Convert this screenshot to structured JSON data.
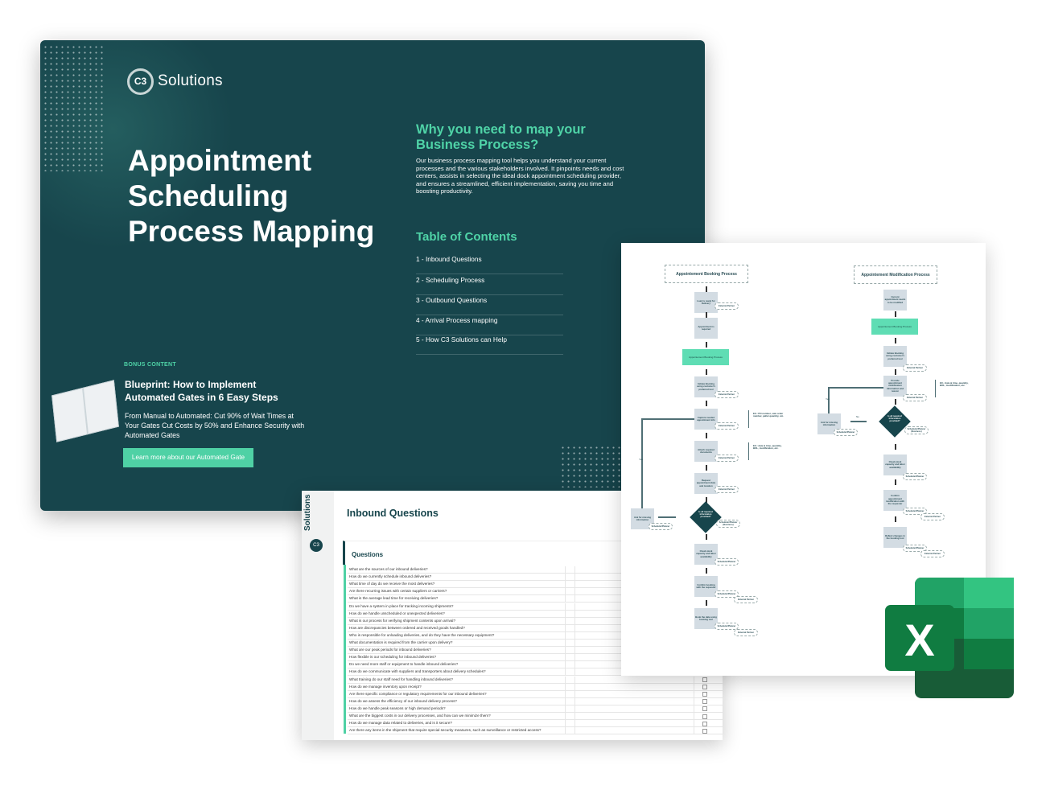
{
  "colors": {
    "cover_bg": "#17454c",
    "accent": "#4fd1a5",
    "excel_green": "#107c41"
  },
  "cover": {
    "logo_mark": "C3",
    "logo_text": "Solutions",
    "title_lines": [
      "Appointment",
      "Scheduling",
      "Process Mapping"
    ],
    "why": {
      "title": "Why you need to map your Business Process?",
      "text": "Our business process mapping tool helps you understand your current processes and the various stakeholders involved. It pinpoints needs and cost centers, assists in selecting the ideal dock appointment scheduling provider, and ensures a streamlined, efficient implementation, saving you time and boosting productivity."
    },
    "toc": {
      "title": "Table of Contents",
      "items": [
        "1 - Inbound Questions",
        "2 - Scheduling Process",
        "3 - Outbound Questions",
        "4 - Arrival Process mapping",
        "5 - How C3 Solutions can Help"
      ]
    },
    "bonus": {
      "label": "BONUS CONTENT",
      "title": "Blueprint: How to Implement Automated Gates in 6 Easy Steps",
      "text": "From Manual to Automated: Cut 90% of Wait Times at Your Gates Cut Costs by 50%  and Enhance Security with Automated Gates",
      "button": "Learn more about our Automated Gate"
    }
  },
  "questions_doc": {
    "side_logo_text": "Solutions",
    "side_logo_mark": "C3",
    "title": "Inbound Questions",
    "column_header": "Questions",
    "rows": [
      "What are the sources of our inbound deliveries?",
      "How do we currently schedule inbound deliveries?",
      "What time of day do we receive the most deliveries?",
      "Are there recurring issues with certain suppliers or carriers?",
      "What is the average lead time for receiving deliveries?",
      "Do we have a system in place for tracking incoming shipments?",
      "How do we handle unscheduled or unexpected deliveries?",
      "What is our process for verifying shipment contents upon arrival?",
      "How are discrepancies between ordered and received goods handled?",
      "Who is responsible for unloading deliveries, and do they have the necessary equipment?",
      "What documentation is required from the carrier upon delivery?",
      "What are our peak periods for inbound deliveries?",
      "How flexible is our scheduling for inbound deliveries?",
      "Do we need more staff or equipment to handle inbound deliveries?",
      "How do we communicate with suppliers and transporters about delivery schedules?",
      "What training do our staff need for handling inbound deliveries?",
      "How do we manage inventory upon receipt?",
      "Are there specific compliance or regulatory requirements for our inbound deliveries?",
      "How do we assess the efficiency of our inbound delivery process?",
      "How do we handle peak seasons or high demand periods?",
      "What are the biggest costs in our delivery processes, and how can we minimize them?",
      "How do we manage data related to deliveries, and is it secure?",
      "Are there any items in the shipment that require special security measures, such as surveillance or restricted access?"
    ]
  },
  "flowchart": {
    "booking": {
      "title": "Appointement Booking Process",
      "steps": [
        "Load is ready for Delivery",
        "Appointment is required",
        "Appointement Booking Process",
        "Initiate Booking using customer's preferred tool",
        "Capture needed appointment info",
        "Attach required documents",
        "Request appointment date and location",
        "Is all required information provided?",
        "Check dock capacity and labor availability",
        "Confirm booking with the requester",
        "Book the date using booking tool"
      ],
      "side_step": "Ask for missing information",
      "notes": [
        "EX.: PO number, sale order number, pallet quantity, etc.",
        "EX.: date & time, quantity, BOL, modification, etc."
      ],
      "yes": "Yes"
    },
    "modification": {
      "title": "Appointement Modification Process",
      "steps": [
        "Current appointment needs to be modified",
        "Appointement Booking Process",
        "Initiate Booking using customer's preferred tool",
        "Provide appointment modification information and reason",
        "Is all required information provided?",
        "Check dock capacity and labor availability",
        "Confirm appointment modification with the requester",
        "Reflect changes in the booking tool"
      ],
      "side_step": "Ask for missing information",
      "notes": [
        "EX.: date & time, quantity, BOL, modification, etc."
      ],
      "yes": "Yes",
      "no": "No"
    },
    "roles": {
      "external": "External Partner",
      "scheduler": "Scheduler/Planner",
      "scheduler_business": "Scheduler/Planner (Business)"
    }
  },
  "excel": {
    "icon": "excel-icon",
    "letter": "X"
  }
}
